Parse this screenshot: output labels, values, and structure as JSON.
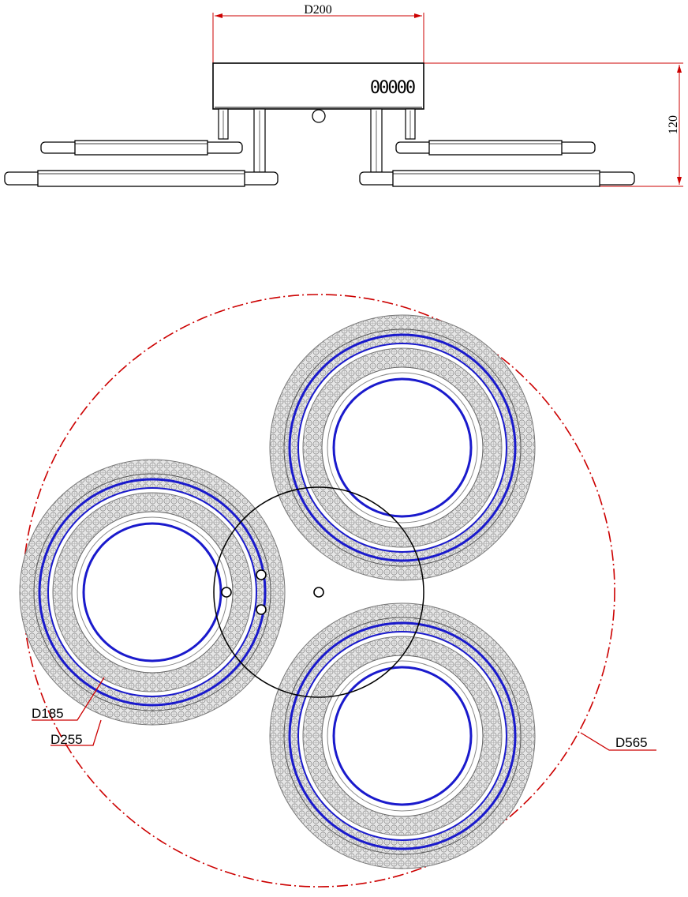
{
  "side_view": {
    "width_label": "D200",
    "height_label": "120",
    "indicator_text": "00000"
  },
  "top_view": {
    "outer_diameter_label": "D565",
    "ring_outer_label": "D255",
    "ring_inner_label": "D185"
  },
  "colors": {
    "dimension": "#cc0000",
    "outline": "#000000",
    "ring_blue": "#1a1acc",
    "crystal": "#9a9a9a"
  }
}
